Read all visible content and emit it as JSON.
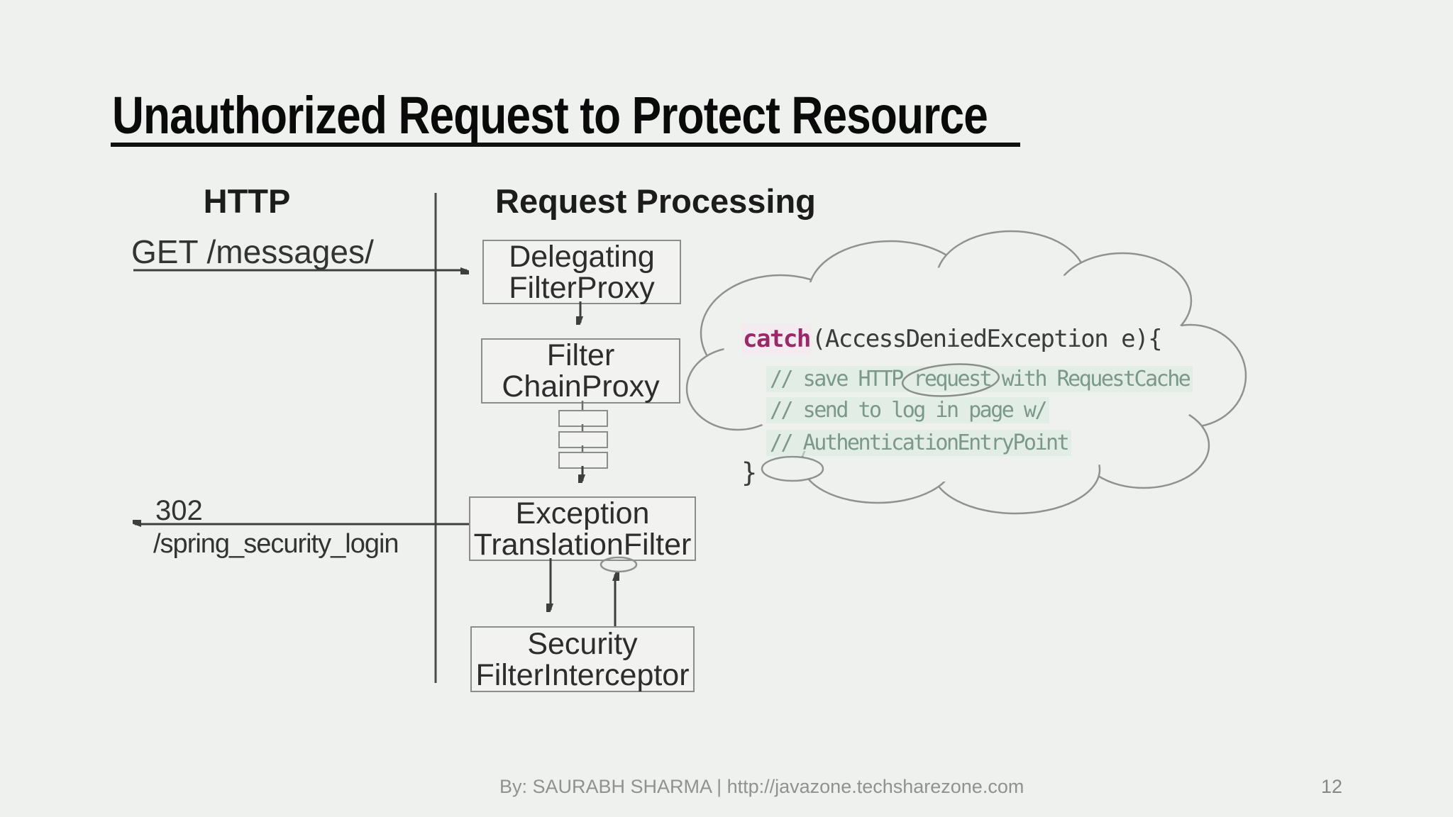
{
  "slide": {
    "title": "Unauthorized Request to Protect Resource",
    "footer": "By: SAURABH SHARMA |  http://javazone.techsharezone.com",
    "page_number": "12"
  },
  "diagram": {
    "left_column_header": "HTTP",
    "right_column_header": "Request Processing",
    "request_label": "GET /messages/",
    "response_code": "302",
    "response_path": "/spring_security_login",
    "boxes": [
      {
        "line1": "Delegating",
        "line2": "FilterProxy"
      },
      {
        "line1": "Filter",
        "line2": "ChainProxy"
      },
      {
        "line1": "Exception",
        "line2": "TranslationFilter"
      },
      {
        "line1": "Security",
        "line2": "FilterInterceptor"
      }
    ]
  },
  "code_cloud": {
    "keyword": "catch",
    "line1_rest": "(AccessDeniedException e){",
    "comment1": "// save HTTP request with RequestCache",
    "comment2": "// send to log in page w/",
    "comment3": "// AuthenticationEntryPoint",
    "closing_brace": "}"
  },
  "colors": {
    "background": "#eff1ee",
    "keyword": "#992969",
    "code_text": "#3b3b3d",
    "comment_text": "#7c978b",
    "cloud_outline": "#8f938f",
    "diagram_line": "#3e3e3e",
    "box_border": "#8a8d89",
    "footer_text": "#8f928e"
  }
}
